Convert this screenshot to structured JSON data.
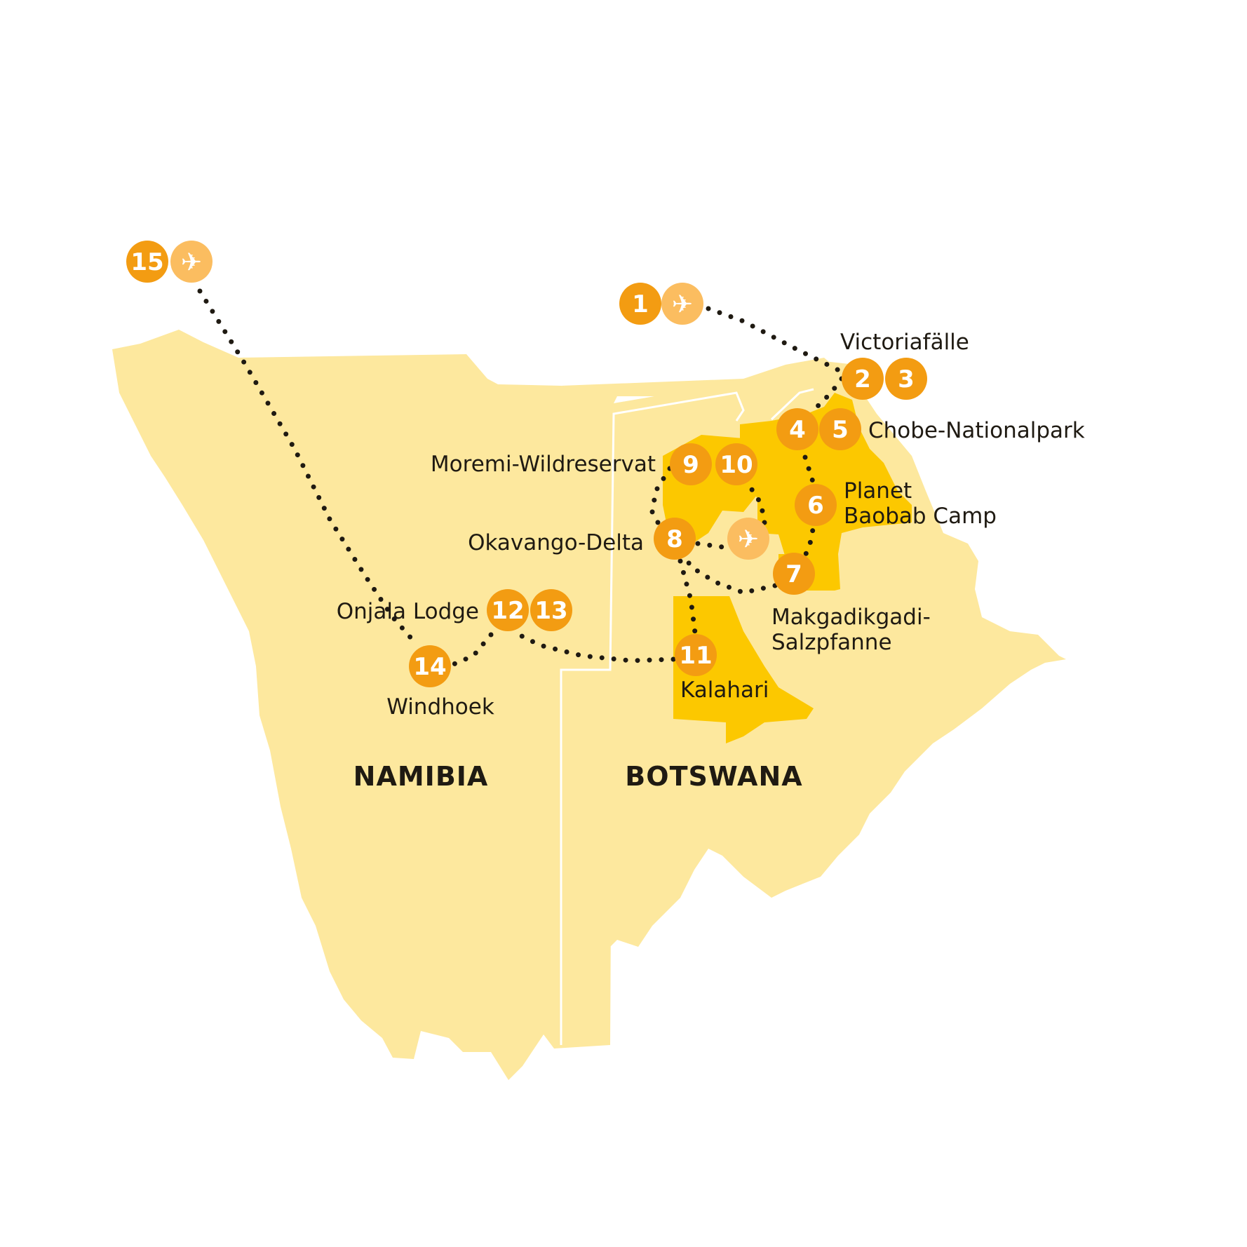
{
  "colors": {
    "land": "#fde89e",
    "highlight": "#fcc800",
    "stop": "#f39c12",
    "flight": "#fbbd60",
    "route": "#1f1a12",
    "border": "#ffffff"
  },
  "countries": {
    "namibia": "NAMIBIA",
    "botswana": "BOTSWANA"
  },
  "places": {
    "victoriafaelle": "Victoriafälle",
    "chobe": "Chobe-Nationalpark",
    "moremi": "Moremi-Wildreservat",
    "planet_line1": "Planet",
    "planet_line2": "Baobab Camp",
    "okavango": "Okavango-Delta",
    "makgadikgadi_line1": "Makgadikgadi-",
    "makgadikgadi_line2": "Salzpfanne",
    "onjala": "Onjala Lodge",
    "kalahari": "Kalahari",
    "windhoek": "Windhoek"
  },
  "stops": [
    "1",
    "2",
    "3",
    "4",
    "5",
    "6",
    "7",
    "8",
    "9",
    "10",
    "11",
    "12",
    "13",
    "14",
    "15"
  ],
  "flight_icons": [
    "plane-icon",
    "plane-icon",
    "plane-icon"
  ]
}
